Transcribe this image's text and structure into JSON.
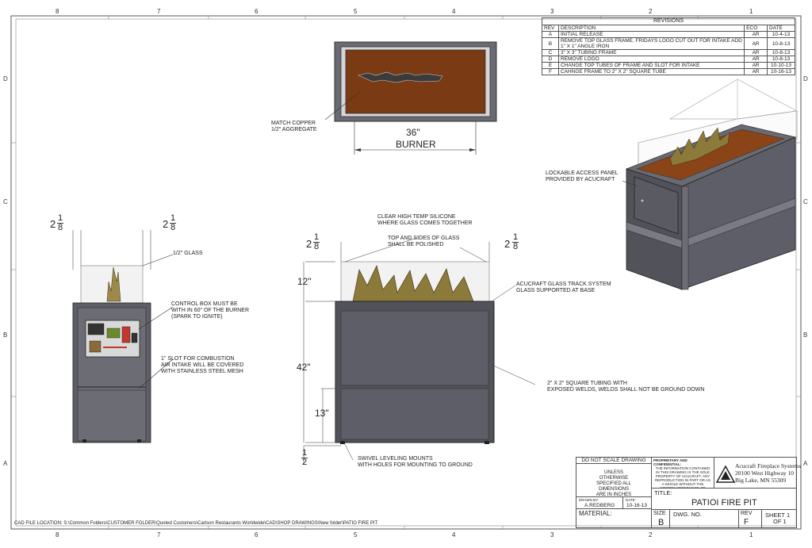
{
  "zones": {
    "cols_top": [
      "8",
      "7",
      "6",
      "5",
      "4",
      "3",
      "2",
      "1"
    ],
    "cols_bottom": [
      "8",
      "7",
      "6",
      "5",
      "4",
      "3",
      "2",
      "1"
    ],
    "rows": [
      "D",
      "C",
      "B",
      "A"
    ]
  },
  "revisions": {
    "title": "REVISIONS",
    "headers": [
      "REV",
      "DESCRIPTION",
      "ECO",
      "DATE"
    ],
    "rows": [
      [
        "A",
        "INITIAL RELEASE",
        "AR",
        "10-4-13"
      ],
      [
        "B",
        "REMOVE TOP GLASS FRAME. FRIDAYS LOGO CUT OUT FOR INTAKE ADD 1\" X 1\" ANGLE IRON",
        "AR",
        "10-8-13"
      ],
      [
        "C",
        "3\" X 3\" TUBING FRAME",
        "AR",
        "10-8-13"
      ],
      [
        "D",
        "REMOVE LOGO",
        "AR",
        "10-8-13"
      ],
      [
        "E",
        "CHANGE TOP TUBES OF FRAME AND SLOT FOR INTAKE",
        "AR",
        "10-10-13"
      ],
      [
        "F",
        "CAHNGE FRAME TO 2\" X 2\" SQUARE TUBE",
        "AR",
        "10-16-13"
      ]
    ]
  },
  "notes": {
    "match_copper": "MATCH COPPER",
    "aggregate": "1/2\" AGGREGATE",
    "burner_dim": "36\"",
    "burner": "BURNER",
    "access_panel_1": "LOCKABLE ACCESS PANEL",
    "access_panel_2": "PROVIDED BY ACUCRAFT",
    "glass_half": "1/2\" GLASS",
    "control_box_1": "CONTROL BOX MUST BE",
    "control_box_2": "WITH IN 60\" OF THE BURNER",
    "control_box_3": "(SPARK TO IGNITE)",
    "slot_1": "1\" SLOT FOR COMBUSTION",
    "slot_2": "AIR INTAKE WILL BE COVERED",
    "slot_3": "WITH STAINLESS STEEL MESH",
    "silicone_1": "CLEAR HIGH TEMP SILICONE",
    "silicone_2": "WHERE GLASS COMES TOGETHER",
    "polished_1": "TOP AND SIDES OF GLASS",
    "polished_2": "SHALL BE POLISHED",
    "track_1": "ACUCRAFT GLASS TRACK SYSTEM",
    "track_2": "GLASS SUPPORTED AT BASE",
    "tubing_1": "2\" X 2\" SQUARE TUBING WITH",
    "tubing_2": "EXPOSED WELDS, WELDS SHALL NOT BE GROUND DOWN",
    "swivel_1": "SWIVEL LEVELING MOUNTS",
    "swivel_2": "WITH HOLES FOR MOUNTING TO GROUND",
    "dim_12": "12\"",
    "dim_42": "42\"",
    "dim_13": "13\"",
    "frac_whole": "2",
    "frac_num": "1",
    "frac_den": "8",
    "half_num": "1",
    "half_den": "2",
    "cad_location": "CAD FILE LOCATION: S:\\Common Folders\\CUSTOMER FOLDER\\Quoted Customers\\Carlson Restaurants Worldwide\\CAD\\SHOP DRAWINGS\\New folder\\PATIO FIRE PIT"
  },
  "title_block": {
    "do_not_scale": "DO NOT SCALE DRAWING",
    "unless_1": "UNLESS",
    "unless_2": "OTHERWISE",
    "unless_3": "SPECIFIED ALL",
    "unless_4": "DIMENSIONS",
    "unless_5": "ARE IN INCHES",
    "proprietary_title": "PROPRIETARY AND CONFIDENTIAL:",
    "proprietary_text": "THE INFORMATION CONTAINED IN THIS DRAWING IS THE SOLE PROPERTY OF ACUCRAFT. ANY REPRODUCTION IN PART OR AS A WHOLE WITHOUT THE WRITTEN PERMISSION OF ACUCRAFT IS PROHIBITED.",
    "company": "Acucraft Fireplace Systems",
    "address_1": "20100 West Highway 10",
    "address_2": "Big Lake, MN 55309",
    "drawn_by_label": "DRAWN BY:",
    "drawn_by": "A.REDBERG",
    "date_label": "DATE:",
    "date": "10-16-13",
    "material_label": "MATERIAL:",
    "title_label": "TITLE:",
    "title": "PATIOI FIRE PIT",
    "size_label": "SIZE",
    "size": "B",
    "dwg_no_label": "DWG.  NO.",
    "rev_label": "REV",
    "rev": "F",
    "sheet_1": "SHEET  1",
    "sheet_2": "OF  1"
  }
}
